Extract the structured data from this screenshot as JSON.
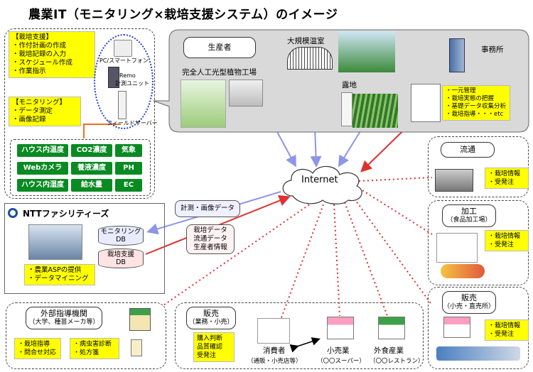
{
  "title": "農業IT（モニタリング×栽培支援システム）のイメージ",
  "cultivation_support": {
    "heading": "【栽培支援】",
    "items": [
      "・作付計画の作成",
      "・栽培記録の入力",
      "・スケジュール作成",
      "・作業指示"
    ]
  },
  "monitoring": {
    "heading": "【モニタリング】",
    "items": [
      "・データ測定",
      "・画像記録"
    ]
  },
  "sensors": [
    [
      "ハウス内温度",
      "CO2濃度",
      "気象"
    ],
    [
      "Webカメラ",
      "養液濃度",
      "PH"
    ],
    [
      "ハウス内湿度",
      "給水量",
      "EC"
    ]
  ],
  "devices": {
    "phone": "PC/スマートフォン",
    "remote_unit_1": "Remo",
    "remote_unit_2": "計測ユニット",
    "field_server": "フィールドサーバー"
  },
  "producer": {
    "label": "生産者",
    "plant_factory": "完全人工光型植物工場",
    "greenhouse": "大規模温室",
    "open_field": "露地",
    "office": "事務所",
    "office_items": [
      "・一元管理",
      "・栽培実態の把握",
      "・基礎データ収集分析",
      "・栽培指導・・・etc"
    ]
  },
  "internet": "Internet",
  "ntt": {
    "logo": "NTTファシリティーズ",
    "asp_items": [
      "・農業ASPの提供",
      "・データマイニング"
    ],
    "db_monitoring": [
      "モニタリング",
      "DB"
    ],
    "db_cultivation": [
      "栽培支援",
      "DB"
    ]
  },
  "data_flows": {
    "measurement": "計測・画像データ",
    "returned": [
      "栽培データ",
      "流通データ",
      "生産者情報"
    ]
  },
  "distribution": {
    "label": "流通",
    "items": [
      "・栽培情報",
      "・受発注"
    ]
  },
  "processing": {
    "label": "加工",
    "sub": "（食品加工場）",
    "items": [
      "・栽培情報",
      "・受発注"
    ]
  },
  "sales_right": {
    "label": "販売",
    "sub": "（小売・直売所）",
    "items": [
      "・栽培情報",
      "・受発注"
    ]
  },
  "external": {
    "label": "外部指導機関",
    "sub": "（大学、種苗メーカ等）",
    "box1": [
      "・栽培指導",
      "・問合せ対応"
    ],
    "box2": [
      "・病虫害診断",
      "・処方箋"
    ]
  },
  "sales_bottom": {
    "label": "販売",
    "sub": "（業務・小売）",
    "items": [
      "購入判断",
      "品質確認",
      "受発注"
    ],
    "consumer": "消費者",
    "consumer_sub": "（通販・小売店等）",
    "retail": "小売業",
    "retail_sub": "（〇〇スーパー）",
    "food_service": "外食産業",
    "food_service_sub": "（〇〇レストラン）"
  },
  "colors": {
    "green": "#0a8a23",
    "yellow": "#ffff00",
    "red_arrow": "#e03030",
    "blue_arrow": "#8e95e6",
    "panel_gray": "#d9d9d9"
  }
}
